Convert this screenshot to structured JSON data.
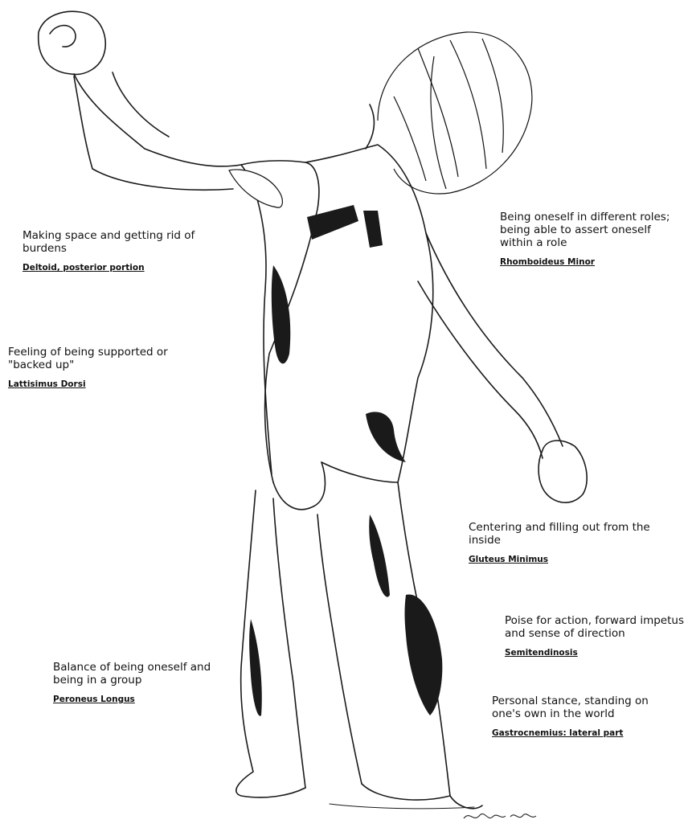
{
  "annotations": [
    {
      "id": "deltoid",
      "description": "Making space and getting rid of burdens",
      "muscle": "Deltoid, posterior portion"
    },
    {
      "id": "rhomboideus",
      "description": "Being oneself in different roles; being able to assert oneself within a role",
      "muscle": "Rhomboideus Minor"
    },
    {
      "id": "lattisimus",
      "description": "Feeling of being supported or \"backed up\"",
      "muscle": "Lattisimus Dorsi"
    },
    {
      "id": "gluteus",
      "description": "Centering and filling out from the inside",
      "muscle": "Gluteus Minimus"
    },
    {
      "id": "semitendinosis",
      "description": "Poise for action, forward impetus and sense of direction",
      "muscle": "Semitendinosis"
    },
    {
      "id": "peroneus",
      "description": "Balance of being oneself and being in a group",
      "muscle": "Peroneus Longus"
    },
    {
      "id": "gastrocnemius",
      "description": "Personal stance, standing on one's own in the world",
      "muscle": "Gastrocnemius: lateral part"
    }
  ]
}
